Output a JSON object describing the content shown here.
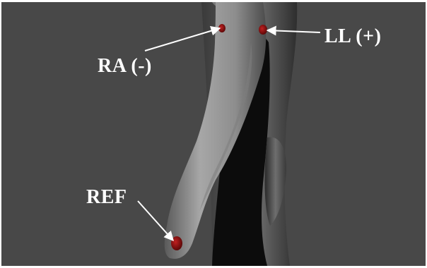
{
  "colors": {
    "background": "#484848",
    "arm": "#9a9a9a",
    "shadow": "#0c0c0c",
    "electrode": "#8e1010",
    "label": "#ffffff"
  },
  "labels": {
    "ra": "RA (-)",
    "ll": "LL (+)",
    "ref": "REF"
  }
}
